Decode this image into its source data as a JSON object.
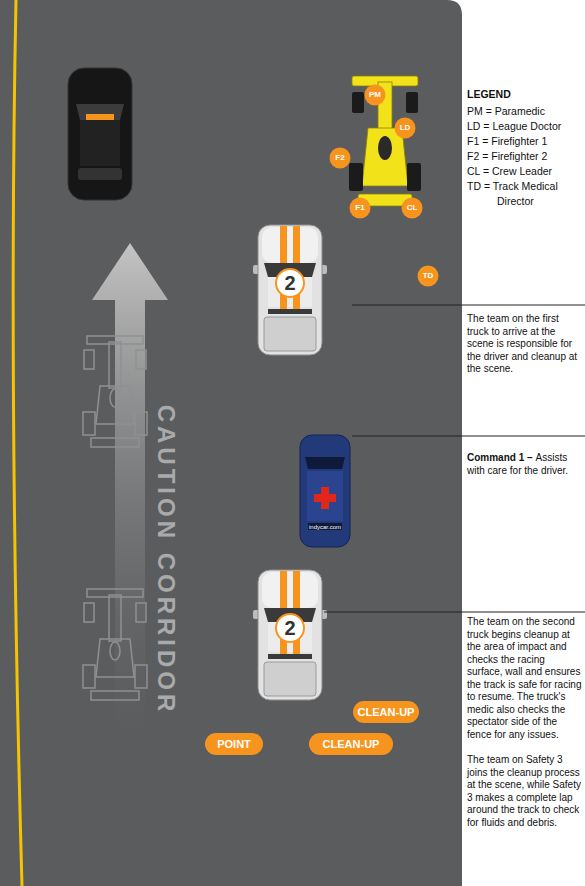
{
  "diagram": {
    "nodes": [
      {
        "text": [
          "PM"
        ]
      },
      {
        "text": [
          "LD"
        ]
      },
      {
        "text": [
          "F2"
        ]
      },
      {
        "text": [
          "F1"
        ]
      },
      {
        "text": [
          "CL"
        ]
      },
      {
        "text": [
          "TD"
        ]
      },
      {
        "text": [
          "CLEAN-UP"
        ]
      },
      {
        "text": [
          "POINT"
        ]
      },
      {
        "text": [
          "CLEAN-UP"
        ]
      }
    ],
    "labels": [
      "LEGEND",
      "The team on the first truck to arrive at the scene is responsible for the driver and cleanup at the scene.",
      "Command 1 –",
      "Assists with care for the driver.",
      "The team on the second truck begins cleanup at the area of impact and checks the racing surface, wall and ensures the track is safe for racing to resume. The truck's medic also checks the spectator side of the fence for any issues.",
      "The team on Safety 3 joins the cleanup process at the scene, while Safety 3 makes a complete lap around the track to check for fluids and debris.",
      "CAUTION CORRIDOR",
      "2",
      "2",
      "indycar.com"
    ],
    "legend": [
      {
        "text": "PM = Paramedic"
      },
      {
        "text": "LD = League Doctor"
      },
      {
        "text": "F1 = Firefighter 1"
      },
      {
        "text": "F2 = Firefighter 2"
      },
      {
        "text": "CL = Crew Leader"
      },
      {
        "text": "TD = Track Medical Director"
      }
    ]
  }
}
